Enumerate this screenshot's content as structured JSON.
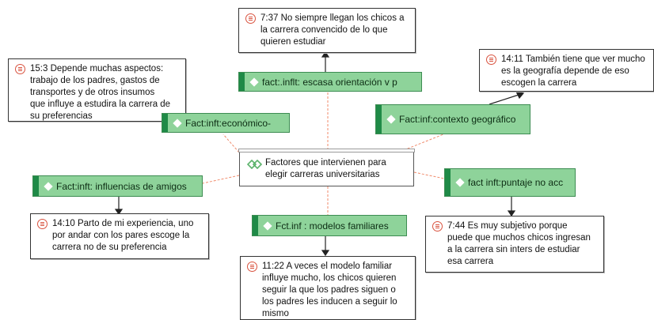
{
  "colors": {
    "code_fill": "#8ed39a",
    "code_bar": "#1f8a47",
    "link_dashed": "#f08a6a",
    "link_solid": "#222222",
    "quote_icon": "#d9533f",
    "hub_icon": "#5cb36b"
  },
  "hub": {
    "label": "Factores que intervienen para\nelegir  carreras universitarias",
    "icon": "network-group-icon"
  },
  "codes": {
    "escasa": "fact:.inflt: escasa orientación  v p",
    "economico": "Fact:inft:económico-",
    "geografico": "Fact:inf:contexto geográfico",
    "amigos": "Fact:inft: influencias de amigos",
    "puntaje": "fact inft:puntaje no acc",
    "familiares": "Fct.inf : modelos familiares"
  },
  "quotes": {
    "q737": "7:37 No siempre llegan los chicos a\nla carrera  convencido de lo que\nquieren estudiar",
    "q153": "15:3 Depende muchas aspectos:\ntrabajo de los  padres, gastos de\ntransportes y de  otros insumos\nque influye a estudira  la carrera de\nsu preferencias",
    "q1411": "14:11 También tiene que ver mucho\nes la geografía depende de eso\nescogen la carrera",
    "q1410": "14:10 Parto de mi experiencia, uno\npor andar con los pares escoge la\ncarrera no de su preferencia",
    "q744": "7:44 Es muy subjetivo porque\npuede que muchos chicos ingresan\na la carrera sin inters de estudiar\nesa carrera",
    "q1122": "11:22 A veces el modelo familiar\ninfluye mucho, los chicos quieren\nseguir la que los padres siguen o\nlos padres les inducen a seguir lo\nmismo"
  }
}
